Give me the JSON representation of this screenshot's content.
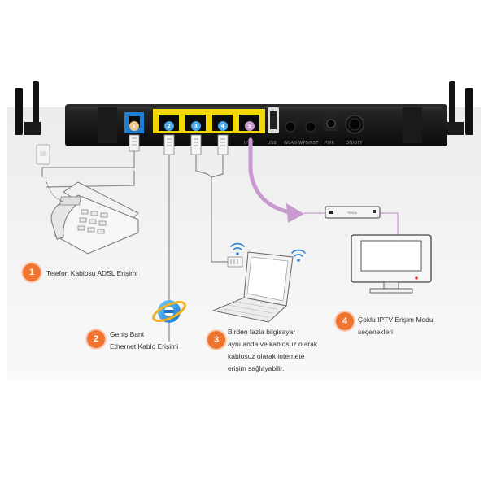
{
  "router": {
    "ports": [
      {
        "number": "1",
        "type": "phone",
        "color": "#1f7fd0"
      },
      {
        "number": "2",
        "type": "lan",
        "color": "#f0d800"
      },
      {
        "number": "3",
        "type": "lan",
        "color": "#f0d800"
      },
      {
        "number": "4",
        "type": "lan",
        "color": "#f0d800"
      },
      {
        "number": "5",
        "type": "iptv",
        "color": "#f0d800"
      }
    ],
    "labels": {
      "iptv": "IPTV",
      "usb": "USB",
      "wlan_wps_rst": "WLAN WPS/RST",
      "pwr": "PWR",
      "on_off": "ON/OFF"
    }
  },
  "stb": {
    "label": "TENDA"
  },
  "colors": {
    "accent": "#ee7430",
    "iptv_arrow": "#c89ad0",
    "port_yellow": "#f0d800",
    "port_blue": "#1f7fd0"
  },
  "features": [
    {
      "number": "1",
      "lines": [
        "Telefon Kablosu ADSL Erişimi"
      ]
    },
    {
      "number": "2",
      "lines": [
        "Geniş Bant",
        "Ethernet Kablo Erişimi"
      ]
    },
    {
      "number": "3",
      "lines": [
        "Birden fazla bilgisayar",
        "aynı anda ve kablosuz olarak",
        "kablosuz olarak internete",
        "erişim sağlayabilir."
      ]
    },
    {
      "number": "4",
      "lines": [
        "Çoklu IPTV Erişim Modu",
        "seçenekleri"
      ]
    }
  ]
}
